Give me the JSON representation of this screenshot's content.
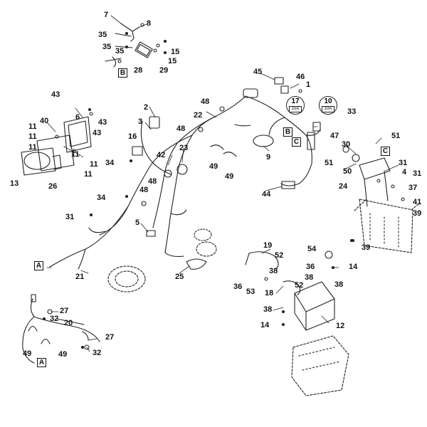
{
  "callouts": [
    {
      "id": "c7",
      "text": "7"
    },
    {
      "id": "c8",
      "text": "8"
    },
    {
      "id": "c35a",
      "text": "35"
    },
    {
      "id": "c35b",
      "text": "35"
    },
    {
      "id": "c35c",
      "text": "35"
    },
    {
      "id": "c15a",
      "text": "15"
    },
    {
      "id": "c15b",
      "text": "15"
    },
    {
      "id": "c28",
      "text": "28"
    },
    {
      "id": "c29",
      "text": "29"
    },
    {
      "id": "c43a",
      "text": "43"
    },
    {
      "id": "c43b",
      "text": "43"
    },
    {
      "id": "c43c",
      "text": "43"
    },
    {
      "id": "c6",
      "text": "6"
    },
    {
      "id": "c40",
      "text": "40"
    },
    {
      "id": "c11a",
      "text": "11"
    },
    {
      "id": "c11b",
      "text": "11"
    },
    {
      "id": "c11c",
      "text": "11"
    },
    {
      "id": "c11d",
      "text": "11"
    },
    {
      "id": "c11e",
      "text": "11"
    },
    {
      "id": "c11f",
      "text": "11"
    },
    {
      "id": "c13",
      "text": "13"
    },
    {
      "id": "c26",
      "text": "26"
    },
    {
      "id": "c2",
      "text": "2"
    },
    {
      "id": "c3",
      "text": "3"
    },
    {
      "id": "c16",
      "text": "16"
    },
    {
      "id": "c22",
      "text": "22"
    },
    {
      "id": "c48a",
      "text": "48"
    },
    {
      "id": "c48b",
      "text": "48"
    },
    {
      "id": "c48c",
      "text": "48"
    },
    {
      "id": "c48d",
      "text": "48"
    },
    {
      "id": "c42",
      "text": "42"
    },
    {
      "id": "c23",
      "text": "23"
    },
    {
      "id": "c34a",
      "text": "34"
    },
    {
      "id": "c34b",
      "text": "34"
    },
    {
      "id": "c49a",
      "text": "49"
    },
    {
      "id": "c49b",
      "text": "49"
    },
    {
      "id": "c49c",
      "text": "49"
    },
    {
      "id": "c49d",
      "text": "49"
    },
    {
      "id": "c45",
      "text": "45"
    },
    {
      "id": "c46",
      "text": "46"
    },
    {
      "id": "c1",
      "text": "1"
    },
    {
      "id": "c33",
      "text": "33"
    },
    {
      "id": "c47",
      "text": "47"
    },
    {
      "id": "c9",
      "text": "9"
    },
    {
      "id": "c44",
      "text": "44"
    },
    {
      "id": "c30",
      "text": "30"
    },
    {
      "id": "c51a",
      "text": "51"
    },
    {
      "id": "c51b",
      "text": "51"
    },
    {
      "id": "c50",
      "text": "50"
    },
    {
      "id": "c24",
      "text": "24"
    },
    {
      "id": "c31a",
      "text": "31"
    },
    {
      "id": "c31b",
      "text": "31"
    },
    {
      "id": "c31c",
      "text": "31"
    },
    {
      "id": "c4",
      "text": "4"
    },
    {
      "id": "c37",
      "text": "37"
    },
    {
      "id": "c41",
      "text": "41"
    },
    {
      "id": "c39a",
      "text": "39"
    },
    {
      "id": "c39b",
      "text": "39"
    },
    {
      "id": "c5",
      "text": "5"
    },
    {
      "id": "c21",
      "text": "21"
    },
    {
      "id": "c25",
      "text": "25"
    },
    {
      "id": "c19",
      "text": "19"
    },
    {
      "id": "c52a",
      "text": "52"
    },
    {
      "id": "c52b",
      "text": "52"
    },
    {
      "id": "c38a",
      "text": "38"
    },
    {
      "id": "c38b",
      "text": "38"
    },
    {
      "id": "c38c",
      "text": "38"
    },
    {
      "id": "c38d",
      "text": "38"
    },
    {
      "id": "c36a",
      "text": "36"
    },
    {
      "id": "c36b",
      "text": "36"
    },
    {
      "id": "c53",
      "text": "53"
    },
    {
      "id": "c18",
      "text": "18"
    },
    {
      "id": "c54",
      "text": "54"
    },
    {
      "id": "c14a",
      "text": "14"
    },
    {
      "id": "c14b",
      "text": "14"
    },
    {
      "id": "c12",
      "text": "12"
    },
    {
      "id": "c27a",
      "text": "27"
    },
    {
      "id": "c27b",
      "text": "27"
    },
    {
      "id": "c32a",
      "text": "32"
    },
    {
      "id": "c32b",
      "text": "32"
    },
    {
      "id": "c20",
      "text": "20"
    }
  ],
  "connector_refs": [
    {
      "id": "rB1",
      "text": "B"
    },
    {
      "id": "rB2",
      "text": "B"
    },
    {
      "id": "rC1",
      "text": "C"
    },
    {
      "id": "rC2",
      "text": "C"
    },
    {
      "id": "rA1",
      "text": "A"
    },
    {
      "id": "rA2",
      "text": "A"
    }
  ],
  "fuses": [
    {
      "id": "f17",
      "number": "17",
      "rating": "15A"
    },
    {
      "id": "f10",
      "number": "10",
      "rating": "10A"
    }
  ]
}
